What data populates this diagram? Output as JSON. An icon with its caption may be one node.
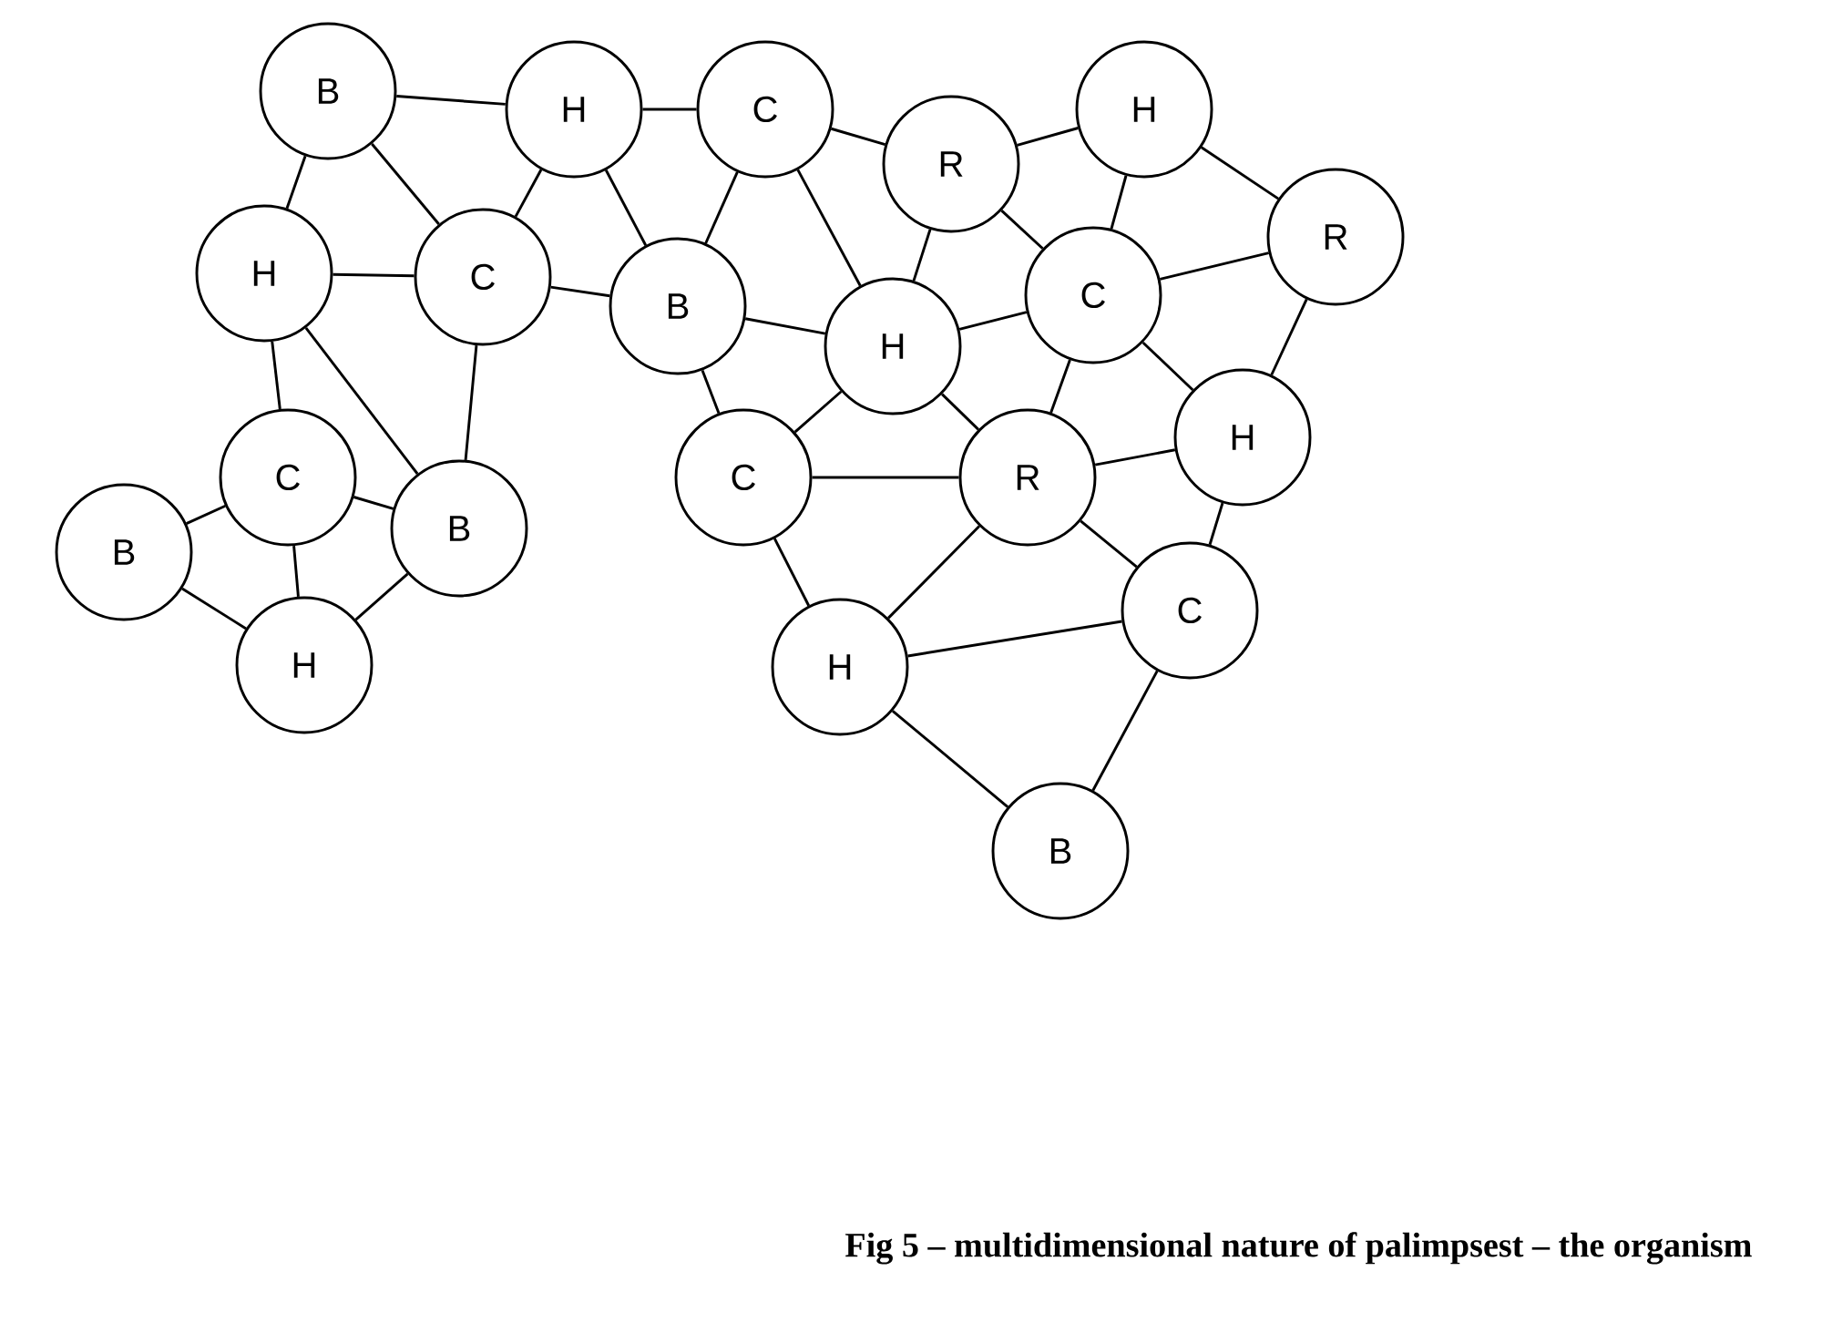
{
  "diagram": {
    "caption": "Fig 5 – multidimensional nature of palimpsest – the organism",
    "nodes": [
      {
        "text": [
          "B"
        ]
      },
      {
        "text": [
          "H"
        ]
      },
      {
        "text": [
          "C"
        ]
      },
      {
        "text": [
          "R"
        ]
      },
      {
        "text": [
          "H"
        ]
      },
      {
        "text": [
          "H"
        ]
      },
      {
        "text": [
          "C"
        ]
      },
      {
        "text": [
          "B"
        ]
      },
      {
        "text": [
          "H"
        ]
      },
      {
        "text": [
          "C"
        ]
      },
      {
        "text": [
          "R"
        ]
      },
      {
        "text": [
          "C"
        ]
      },
      {
        "text": [
          "B"
        ]
      },
      {
        "text": [
          "B"
        ]
      },
      {
        "text": [
          "H"
        ]
      },
      {
        "text": [
          "C"
        ]
      },
      {
        "text": [
          "R"
        ]
      },
      {
        "text": [
          "H"
        ]
      },
      {
        "text": [
          "H"
        ]
      },
      {
        "text": [
          "C"
        ]
      },
      {
        "text": [
          "B"
        ]
      }
    ],
    "edges": [
      {
        "from": 0,
        "to": 1,
        "arrow": "none"
      },
      {
        "from": 0,
        "to": 5,
        "arrow": "none"
      },
      {
        "from": 0,
        "to": 6,
        "arrow": "none"
      },
      {
        "from": 1,
        "to": 6,
        "arrow": "none"
      },
      {
        "from": 1,
        "to": 2,
        "arrow": "none"
      },
      {
        "from": 1,
        "to": 7,
        "arrow": "none"
      },
      {
        "from": 6,
        "to": 7,
        "arrow": "none"
      },
      {
        "from": 2,
        "to": 7,
        "arrow": "none"
      },
      {
        "from": 2,
        "to": 8,
        "arrow": "none"
      },
      {
        "from": 2,
        "to": 3,
        "arrow": "none"
      },
      {
        "from": 3,
        "to": 4,
        "arrow": "none"
      },
      {
        "from": 3,
        "to": 8,
        "arrow": "none"
      },
      {
        "from": 3,
        "to": 9,
        "arrow": "none"
      },
      {
        "from": 4,
        "to": 9,
        "arrow": "none"
      },
      {
        "from": 4,
        "to": 10,
        "arrow": "none"
      },
      {
        "from": 9,
        "to": 10,
        "arrow": "none"
      },
      {
        "from": 8,
        "to": 9,
        "arrow": "none"
      },
      {
        "from": 7,
        "to": 8,
        "arrow": "none"
      },
      {
        "from": 5,
        "to": 6,
        "arrow": "none"
      },
      {
        "from": 5,
        "to": 12,
        "arrow": "none"
      },
      {
        "from": 5,
        "to": 11,
        "arrow": "none"
      },
      {
        "from": 6,
        "to": 12,
        "arrow": "none"
      },
      {
        "from": 11,
        "to": 12,
        "arrow": "none"
      },
      {
        "from": 11,
        "to": 13,
        "arrow": "none"
      },
      {
        "from": 11,
        "to": 14,
        "arrow": "none"
      },
      {
        "from": 13,
        "to": 14,
        "arrow": "none"
      },
      {
        "from": 12,
        "to": 14,
        "arrow": "none"
      },
      {
        "from": 7,
        "to": 15,
        "arrow": "none"
      },
      {
        "from": 15,
        "to": 8,
        "arrow": "none"
      },
      {
        "from": 9,
        "to": 16,
        "arrow": "none"
      },
      {
        "from": 8,
        "to": 16,
        "arrow": "none"
      },
      {
        "from": 9,
        "to": 17,
        "arrow": "none"
      },
      {
        "from": 10,
        "to": 17,
        "arrow": "none"
      },
      {
        "from": 15,
        "to": 16,
        "arrow": "none"
      },
      {
        "from": 16,
        "to": 17,
        "arrow": "none"
      },
      {
        "from": 16,
        "to": 19,
        "arrow": "none"
      },
      {
        "from": 17,
        "to": 19,
        "arrow": "none"
      },
      {
        "from": 15,
        "to": 18,
        "arrow": "none"
      },
      {
        "from": 18,
        "to": 16,
        "arrow": "none"
      },
      {
        "from": 18,
        "to": 19,
        "arrow": "none"
      },
      {
        "from": 18,
        "to": 20,
        "arrow": "none"
      },
      {
        "from": 19,
        "to": 20,
        "arrow": "none"
      }
    ]
  }
}
